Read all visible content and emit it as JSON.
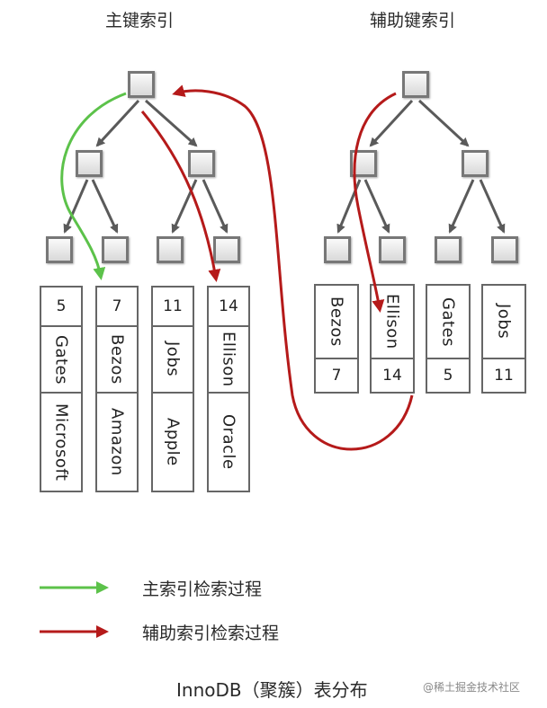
{
  "titles": {
    "primary": "主键索引",
    "secondary": "辅助键索引"
  },
  "primary_records": [
    {
      "id": "5",
      "name": "Gates",
      "company": "Microsoft"
    },
    {
      "id": "7",
      "name": "Bezos",
      "company": "Amazon"
    },
    {
      "id": "11",
      "name": "Jobs",
      "company": "Apple"
    },
    {
      "id": "14",
      "name": "Ellison",
      "company": "Oracle"
    }
  ],
  "secondary_records": [
    {
      "name": "Bezos",
      "id": "7"
    },
    {
      "name": "Ellison",
      "id": "14"
    },
    {
      "name": "Gates",
      "id": "5"
    },
    {
      "name": "Jobs",
      "id": "11"
    }
  ],
  "legend": {
    "primary_label": "主索引检索过程",
    "secondary_label": "辅助索引检索过程",
    "primary_color": "#5cc24a",
    "secondary_color": "#b51a1a"
  },
  "caption": "InnoDB（聚簇）表分布",
  "watermark": "@稀土掘金技术社区"
}
